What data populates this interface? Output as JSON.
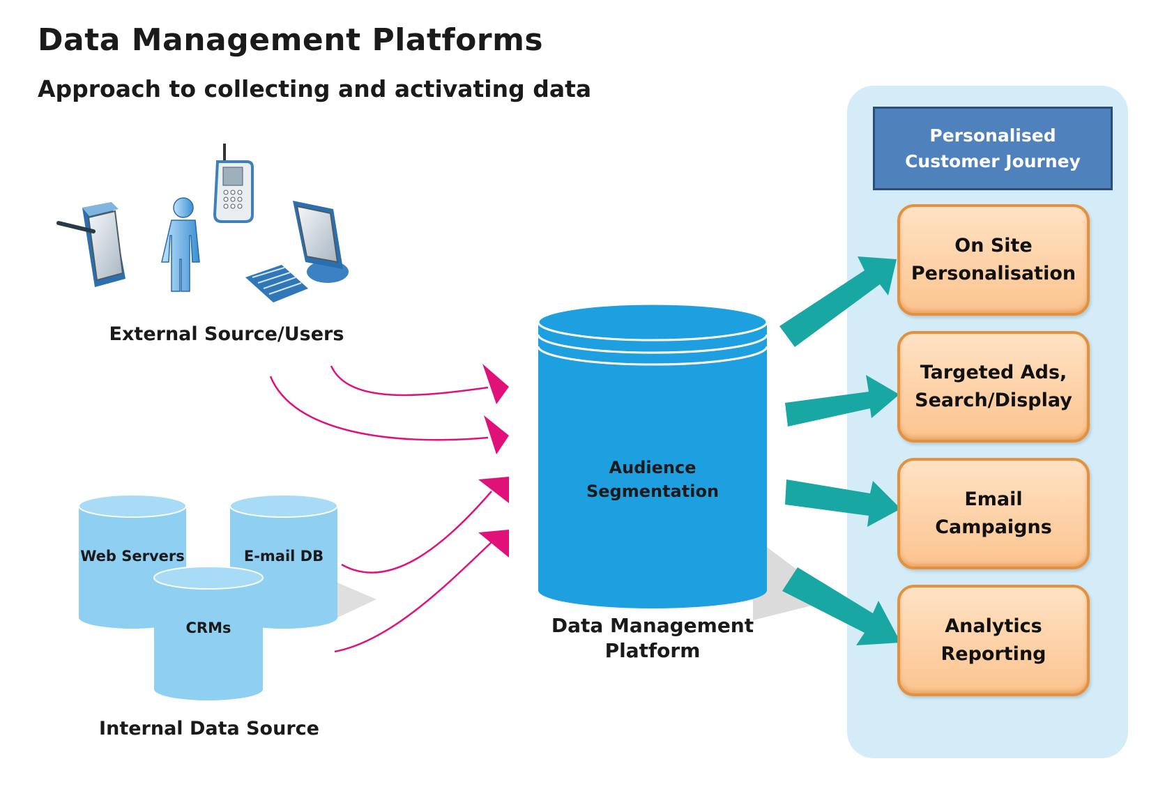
{
  "title": "Data Management Platforms",
  "subtitle": "Approach to collecting and activating data",
  "external": {
    "label": "External Source/Users"
  },
  "internal": {
    "label": "Internal Data Source",
    "web_servers": "Web Servers",
    "email_db": "E-mail DB",
    "crms": "CRMs"
  },
  "dmp": {
    "inner_label": "Audience\nSegmentation",
    "label": "Data Management\nPlatform"
  },
  "journey": {
    "header": "Personalised\nCustomer Journey",
    "items": [
      {
        "label": "On Site\nPersonalisation"
      },
      {
        "label": "Targeted Ads,\nSearch/Display"
      },
      {
        "label": "Email\nCampaigns"
      },
      {
        "label": "Analytics\nReporting"
      }
    ]
  },
  "colors": {
    "cylinder_blue": "#1d9fe0",
    "cylinder_light": "#8ecff2",
    "pink_arrow": "#e0127a",
    "teal_arrow": "#19a7a3",
    "panel_bg": "#d3ecf7",
    "header_blue": "#4f81bd",
    "box_orange": "#fcc48f"
  }
}
